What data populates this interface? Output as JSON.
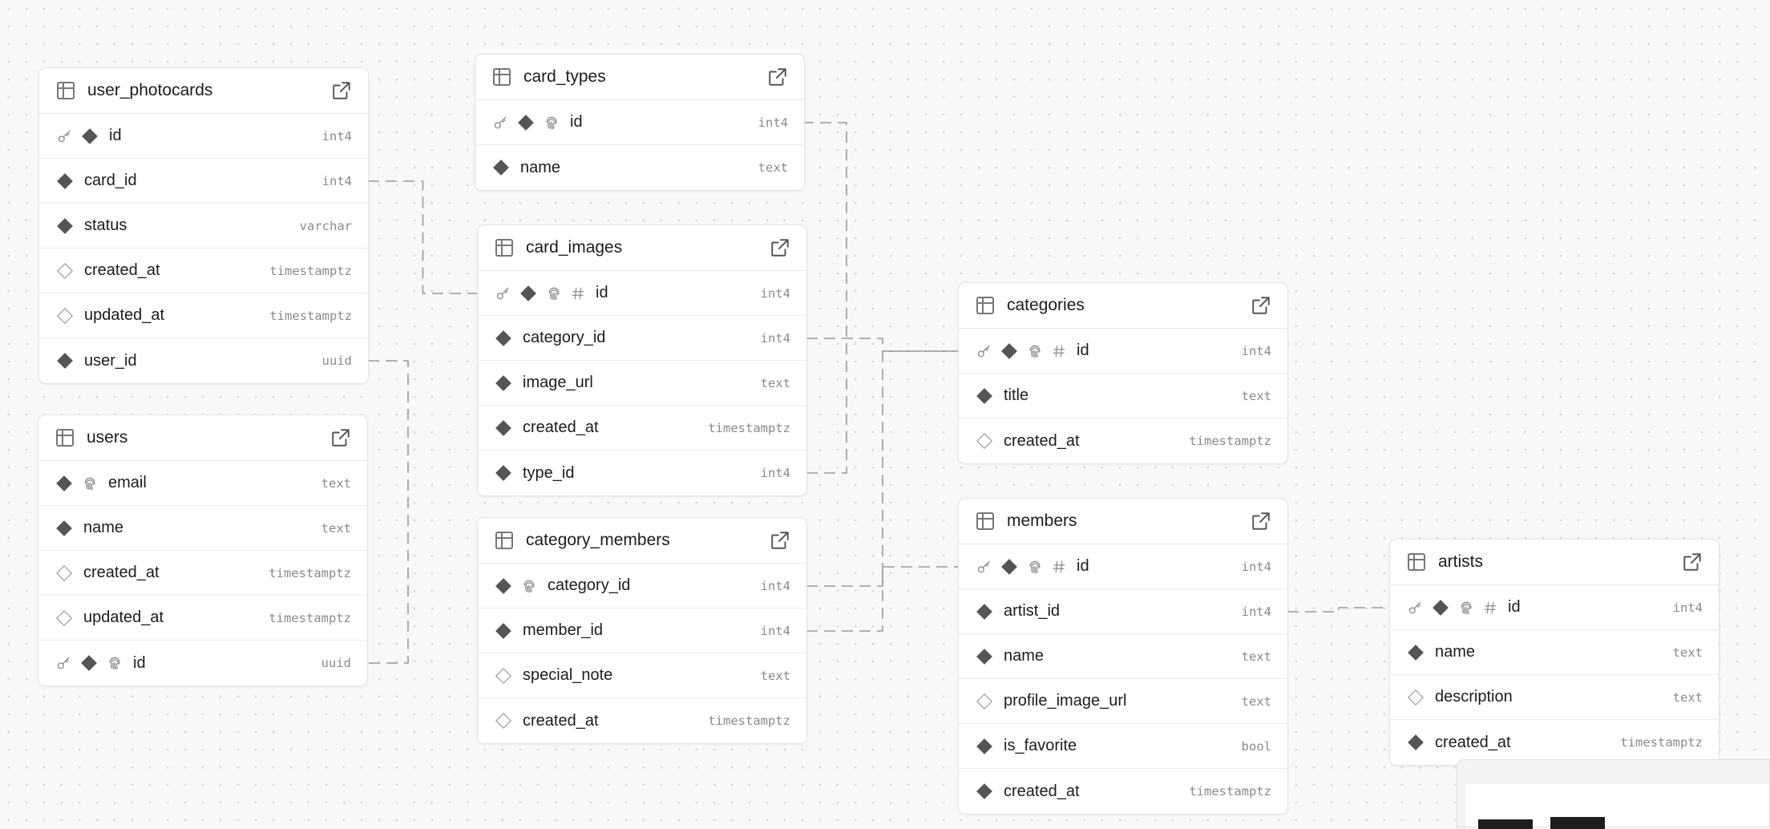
{
  "tables": [
    {
      "key": "user_photocards",
      "name": "user_photocards",
      "columns": [
        {
          "name": "id",
          "type": "int4",
          "icons": [
            "key",
            "diamond-filled"
          ]
        },
        {
          "name": "card_id",
          "type": "int4",
          "icons": [
            "diamond-filled"
          ]
        },
        {
          "name": "status",
          "type": "varchar",
          "icons": [
            "diamond-filled"
          ]
        },
        {
          "name": "created_at",
          "type": "timestamptz",
          "icons": [
            "diamond-outline"
          ]
        },
        {
          "name": "updated_at",
          "type": "timestamptz",
          "icons": [
            "diamond-outline"
          ]
        },
        {
          "name": "user_id",
          "type": "uuid",
          "icons": [
            "diamond-filled"
          ]
        }
      ]
    },
    {
      "key": "card_types",
      "name": "card_types",
      "columns": [
        {
          "name": "id",
          "type": "int4",
          "icons": [
            "key",
            "diamond-filled",
            "fingerprint"
          ]
        },
        {
          "name": "name",
          "type": "text",
          "icons": [
            "diamond-filled"
          ]
        }
      ]
    },
    {
      "key": "card_images",
      "name": "card_images",
      "columns": [
        {
          "name": "id",
          "type": "int4",
          "icons": [
            "key",
            "diamond-filled",
            "fingerprint",
            "hash"
          ]
        },
        {
          "name": "category_id",
          "type": "int4",
          "icons": [
            "diamond-filled"
          ]
        },
        {
          "name": "image_url",
          "type": "text",
          "icons": [
            "diamond-filled"
          ]
        },
        {
          "name": "created_at",
          "type": "timestamptz",
          "icons": [
            "diamond-filled"
          ]
        },
        {
          "name": "type_id",
          "type": "int4",
          "icons": [
            "diamond-filled"
          ]
        }
      ]
    },
    {
      "key": "users",
      "name": "users",
      "columns": [
        {
          "name": "email",
          "type": "text",
          "icons": [
            "diamond-filled",
            "fingerprint"
          ]
        },
        {
          "name": "name",
          "type": "text",
          "icons": [
            "diamond-filled"
          ]
        },
        {
          "name": "created_at",
          "type": "timestamptz",
          "icons": [
            "diamond-outline"
          ]
        },
        {
          "name": "updated_at",
          "type": "timestamptz",
          "icons": [
            "diamond-outline"
          ]
        },
        {
          "name": "id",
          "type": "uuid",
          "icons": [
            "key",
            "diamond-filled",
            "fingerprint"
          ]
        }
      ]
    },
    {
      "key": "category_members",
      "name": "category_members",
      "columns": [
        {
          "name": "category_id",
          "type": "int4",
          "icons": [
            "diamond-filled",
            "fingerprint"
          ]
        },
        {
          "name": "member_id",
          "type": "int4",
          "icons": [
            "diamond-filled"
          ]
        },
        {
          "name": "special_note",
          "type": "text",
          "icons": [
            "diamond-outline"
          ]
        },
        {
          "name": "created_at",
          "type": "timestamptz",
          "icons": [
            "diamond-outline"
          ]
        }
      ]
    },
    {
      "key": "categories",
      "name": "categories",
      "columns": [
        {
          "name": "id",
          "type": "int4",
          "icons": [
            "key",
            "diamond-filled",
            "fingerprint",
            "hash"
          ]
        },
        {
          "name": "title",
          "type": "text",
          "icons": [
            "diamond-filled"
          ]
        },
        {
          "name": "created_at",
          "type": "timestamptz",
          "icons": [
            "diamond-outline"
          ]
        }
      ]
    },
    {
      "key": "members",
      "name": "members",
      "columns": [
        {
          "name": "id",
          "type": "int4",
          "icons": [
            "key",
            "diamond-filled",
            "fingerprint",
            "hash"
          ]
        },
        {
          "name": "artist_id",
          "type": "int4",
          "icons": [
            "diamond-filled"
          ]
        },
        {
          "name": "name",
          "type": "text",
          "icons": [
            "diamond-filled"
          ]
        },
        {
          "name": "profile_image_url",
          "type": "text",
          "icons": [
            "diamond-outline"
          ]
        },
        {
          "name": "is_favorite",
          "type": "bool",
          "icons": [
            "diamond-filled"
          ]
        },
        {
          "name": "created_at",
          "type": "timestamptz",
          "icons": [
            "diamond-filled"
          ]
        }
      ]
    },
    {
      "key": "artists",
      "name": "artists",
      "columns": [
        {
          "name": "id",
          "type": "int4",
          "icons": [
            "key",
            "diamond-filled",
            "fingerprint",
            "hash"
          ]
        },
        {
          "name": "name",
          "type": "text",
          "icons": [
            "diamond-filled"
          ]
        },
        {
          "name": "description",
          "type": "text",
          "icons": [
            "diamond-outline"
          ]
        },
        {
          "name": "created_at",
          "type": "timestamptz",
          "icons": [
            "diamond-filled"
          ]
        }
      ]
    }
  ],
  "relations": [
    {
      "from": "user_photocards.card_id",
      "to": "card_images.id"
    },
    {
      "from": "user_photocards.user_id",
      "to": "users.id"
    },
    {
      "from": "card_images.type_id",
      "to": "card_types.id"
    },
    {
      "from": "card_images.category_id",
      "to": "categories.id"
    },
    {
      "from": "category_members.category_id",
      "to": "categories.id"
    },
    {
      "from": "category_members.member_id",
      "to": "members.id"
    },
    {
      "from": "members.artist_id",
      "to": "artists.id"
    }
  ],
  "colors": {
    "canvas": "#f8f8f8",
    "dot": "#dcdcdc",
    "link": "#999999",
    "icon": "#555555"
  }
}
